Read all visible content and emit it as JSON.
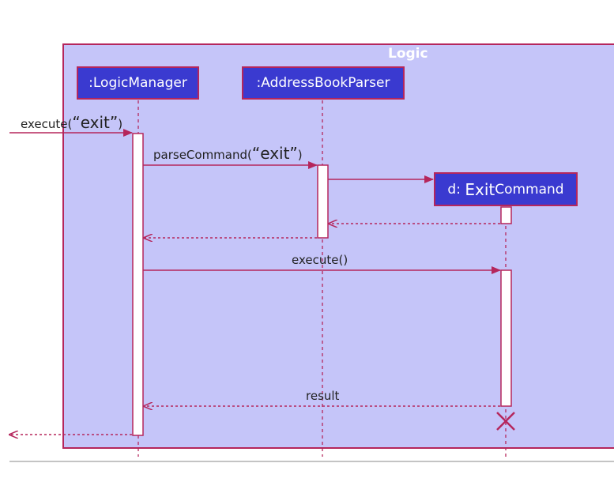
{
  "frame": {
    "title": "Logic"
  },
  "participants": {
    "logic_manager": ":LogicManager",
    "parser": ":AddressBookParser",
    "exit_command": {
      "prefix": "d:",
      "emph": "Exit",
      "suffix": "Command"
    }
  },
  "messages": {
    "execute_call": {
      "name": "execute(",
      "arg": "“exit”",
      "close": ")"
    },
    "parse_call": {
      "name": "parseCommand(",
      "arg": "“exit”",
      "close": ")"
    },
    "execute_cmd": "execute()",
    "result": "result"
  },
  "colors": {
    "frame_fill": "#c5c5f9",
    "frame_border": "#b5265c",
    "participant_fill": "#3a3ad0",
    "arrow": "#b5265c"
  }
}
